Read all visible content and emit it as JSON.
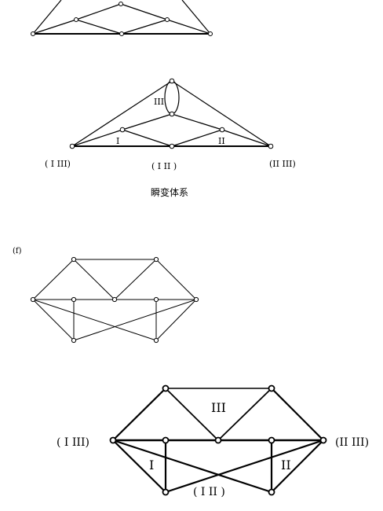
{
  "diagram_top": {
    "caption": "瞬变体系",
    "rigid_labels": [
      "III",
      "I",
      "II"
    ],
    "hinge_labels": [
      "( I III)",
      "( I II )",
      "(II III)"
    ]
  },
  "diagram_f": {
    "panel_label": "(f)"
  },
  "diagram_bottom": {
    "rigid_labels": [
      "III",
      "I",
      "II"
    ],
    "hinge_labels": [
      "( I III)",
      "( I II )",
      "(II III)"
    ]
  },
  "colors": {
    "line": "#000000",
    "node_fill": "#ffffff"
  }
}
